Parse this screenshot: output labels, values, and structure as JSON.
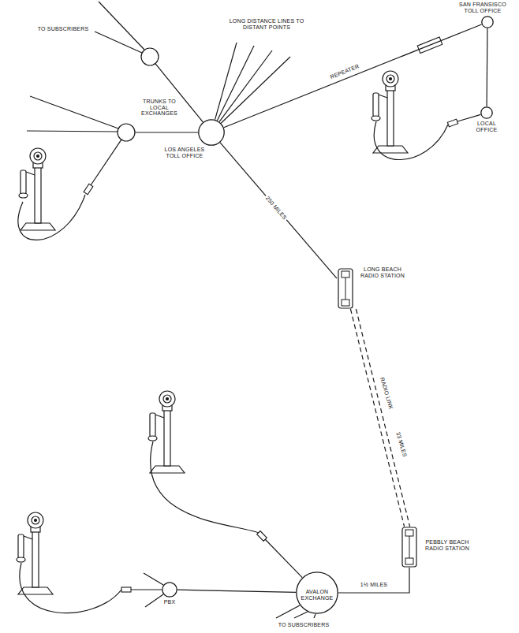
{
  "diagram": {
    "nodes": [
      {
        "text": [
          "LOS ANGELES TOLL OFFICE"
        ]
      },
      {
        "text": [
          "SAN FRANSISCO TOLL OFFICE"
        ]
      },
      {
        "text": [
          "LOCAL OFFICE"
        ]
      },
      {
        "text": [
          "LONG BEACH RADIO STATION"
        ]
      },
      {
        "text": [
          "PEBBLY BEACH RADIO STATION"
        ]
      },
      {
        "text": [
          "AVALON EXCHANGE"
        ]
      },
      {
        "text": [
          "PBX"
        ]
      }
    ],
    "edges": [
      {
        "from": 0,
        "to": 1,
        "arrow": "none",
        "label": "REPEATER"
      },
      {
        "from": 1,
        "to": 2,
        "arrow": "none"
      },
      {
        "from": 0,
        "to": 3,
        "arrow": "none",
        "label": "250 MILES"
      },
      {
        "from": 3,
        "to": 4,
        "arrow": "none",
        "label": "RADIO LINK"
      },
      {
        "from": 4,
        "to": 5,
        "arrow": "none",
        "label": "1½ MILES"
      },
      {
        "from": 5,
        "to": 6,
        "arrow": "none"
      }
    ],
    "labels": [
      "TO SUBSCRIBERS",
      "LONG DISTANCE LINES TO DISTANT POINTS",
      "TRUNKS TO LOCAL EXCHANGES",
      "33 MILES",
      "TO SUBSCRIBERS"
    ]
  }
}
